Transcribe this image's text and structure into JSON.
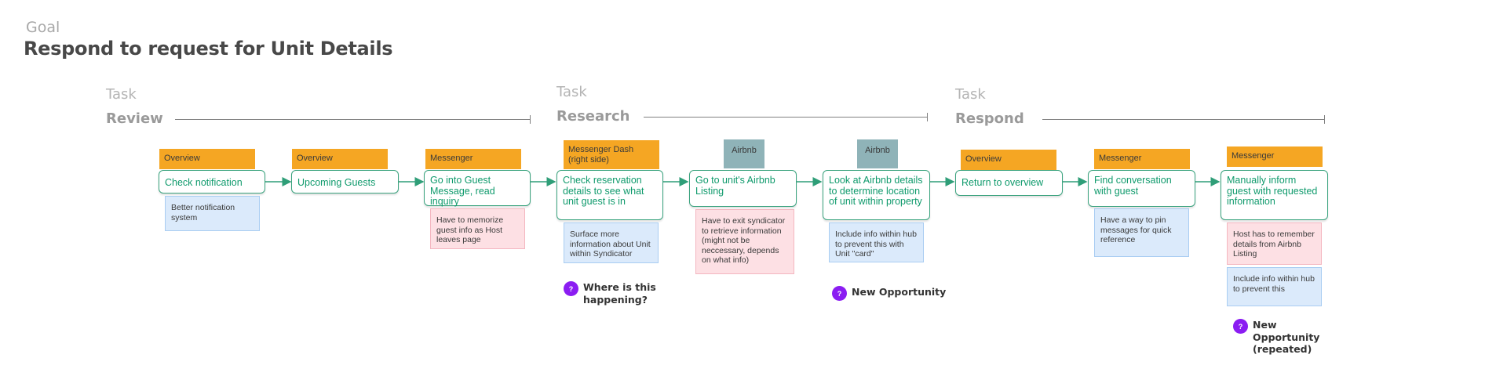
{
  "goal": {
    "label": "Goal",
    "title": "Respond to request for Unit Details"
  },
  "tasks": [
    {
      "label": "Task",
      "name": "Review"
    },
    {
      "label": "Task",
      "name": "Research"
    },
    {
      "label": "Task",
      "name": "Respond"
    }
  ],
  "steps": [
    {
      "tag": "Overview",
      "text": "Check notification",
      "notes": [
        "Better notification system"
      ]
    },
    {
      "tag": "Overview",
      "text": "Upcoming Guests",
      "notes": []
    },
    {
      "tag": "Messenger",
      "text": "Go into Guest Message, read inquiry",
      "notes": [
        "Have to memorize guest info as Host leaves page"
      ]
    },
    {
      "tag": "Messenger Dash (right side)",
      "text": "Check reservation details to see what unit guest is in",
      "notes": [
        "Surface more information about Unit within Syndicator"
      ]
    },
    {
      "tag": "Airbnb",
      "text": "Go to unit's Airbnb Listing",
      "notes": [
        "Have to exit syndicator to retrieve information (might not be neccessary, depends on what info)"
      ]
    },
    {
      "tag": "Airbnb",
      "text": "Look at Airbnb details to determine location of unit within property",
      "notes": [
        "Include info within hub to prevent this with Unit \"card\""
      ]
    },
    {
      "tag": "Overview",
      "text": "Return to overview",
      "notes": []
    },
    {
      "tag": "Messenger",
      "text": "Find conversation with guest",
      "notes": [
        "Have a way to pin messages for quick reference"
      ]
    },
    {
      "tag": "Messenger",
      "text": "Manually inform guest with requested information",
      "notes": [
        "Host has to remember details from Airbnb Listing",
        "Include info within hub to prevent this"
      ]
    }
  ],
  "badges": [
    {
      "icon": "?",
      "text": "Where is this happening?"
    },
    {
      "icon": "?",
      "text": "New Opportunity"
    },
    {
      "icon": "?",
      "text": "New Opportunity (repeated)"
    }
  ],
  "colors": {
    "tag_orange": "#f5a623",
    "tag_teal": "#8fb3b8",
    "step_border": "#3aa37e",
    "step_text": "#0f9a6c",
    "note_blue": "#dbeafb",
    "note_pink": "#fde0e4",
    "badge_purple": "#8b1df2"
  }
}
